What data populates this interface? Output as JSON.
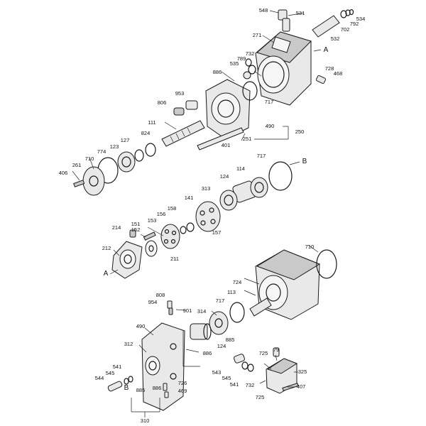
{
  "diagram": {
    "parts": [
      {
        "id": "p548",
        "label": "548"
      },
      {
        "id": "p531",
        "label": "531"
      },
      {
        "id": "p534",
        "label": "534"
      },
      {
        "id": "p792",
        "label": "792"
      },
      {
        "id": "p702",
        "label": "702"
      },
      {
        "id": "p532",
        "label": "532"
      },
      {
        "id": "p271",
        "label": "271"
      },
      {
        "id": "p732a",
        "label": "732"
      },
      {
        "id": "p789",
        "label": "789"
      },
      {
        "id": "p535",
        "label": "535"
      },
      {
        "id": "p728",
        "label": "728"
      },
      {
        "id": "p468",
        "label": "468"
      },
      {
        "id": "p886a",
        "label": "886"
      },
      {
        "id": "p953",
        "label": "953"
      },
      {
        "id": "p806",
        "label": "806"
      },
      {
        "id": "p717a",
        "label": "717"
      },
      {
        "id": "p490a",
        "label": "490"
      },
      {
        "id": "p250",
        "label": "250"
      },
      {
        "id": "p251",
        "label": "251"
      },
      {
        "id": "p111",
        "label": "111"
      },
      {
        "id": "p824",
        "label": "824"
      },
      {
        "id": "p127",
        "label": "127"
      },
      {
        "id": "p123",
        "label": "123"
      },
      {
        "id": "p774",
        "label": "774"
      },
      {
        "id": "p710a",
        "label": "710"
      },
      {
        "id": "p261",
        "label": "261"
      },
      {
        "id": "p406",
        "label": "406"
      },
      {
        "id": "p401",
        "label": "401"
      },
      {
        "id": "p717b",
        "label": "717"
      },
      {
        "id": "p114",
        "label": "114"
      },
      {
        "id": "p124a",
        "label": "124"
      },
      {
        "id": "p313",
        "label": "313"
      },
      {
        "id": "p141",
        "label": "141"
      },
      {
        "id": "p158",
        "label": "158"
      },
      {
        "id": "p156",
        "label": "156"
      },
      {
        "id": "p153",
        "label": "153"
      },
      {
        "id": "p157",
        "label": "157"
      },
      {
        "id": "p151",
        "label": "151"
      },
      {
        "id": "p152",
        "label": "152"
      },
      {
        "id": "p214",
        "label": "214"
      },
      {
        "id": "p212",
        "label": "212"
      },
      {
        "id": "p211",
        "label": "211"
      },
      {
        "id": "p710b",
        "label": "710"
      },
      {
        "id": "p724",
        "label": "724"
      },
      {
        "id": "p113",
        "label": "113"
      },
      {
        "id": "p717c",
        "label": "717"
      },
      {
        "id": "p808",
        "label": "808"
      },
      {
        "id": "p954",
        "label": "954"
      },
      {
        "id": "p901",
        "label": "901"
      },
      {
        "id": "p314",
        "label": "314"
      },
      {
        "id": "p490b",
        "label": "490"
      },
      {
        "id": "p885a",
        "label": "885"
      },
      {
        "id": "p124b",
        "label": "124"
      },
      {
        "id": "p312",
        "label": "312"
      },
      {
        "id": "p886b",
        "label": "886"
      },
      {
        "id": "p725a",
        "label": "725"
      },
      {
        "id": "p79",
        "label": "79"
      },
      {
        "id": "p541a",
        "label": "541"
      },
      {
        "id": "p545a",
        "label": "545"
      },
      {
        "id": "p544",
        "label": "544"
      },
      {
        "id": "p543",
        "label": "543"
      },
      {
        "id": "p545b",
        "label": "545"
      },
      {
        "id": "p541b",
        "label": "541"
      },
      {
        "id": "p325",
        "label": "325"
      },
      {
        "id": "p732b",
        "label": "732"
      },
      {
        "id": "p407",
        "label": "407"
      },
      {
        "id": "p726",
        "label": "726"
      },
      {
        "id": "p885b",
        "label": "885"
      },
      {
        "id": "p886c",
        "label": "886"
      },
      {
        "id": "p469",
        "label": "469"
      },
      {
        "id": "p725b",
        "label": "725"
      },
      {
        "id": "p310",
        "label": "310"
      }
    ],
    "view_markers": [
      {
        "id": "mA1",
        "label": "A"
      },
      {
        "id": "mB1",
        "label": "B"
      },
      {
        "id": "mA2",
        "label": "A"
      },
      {
        "id": "mB2",
        "label": "B"
      }
    ]
  }
}
